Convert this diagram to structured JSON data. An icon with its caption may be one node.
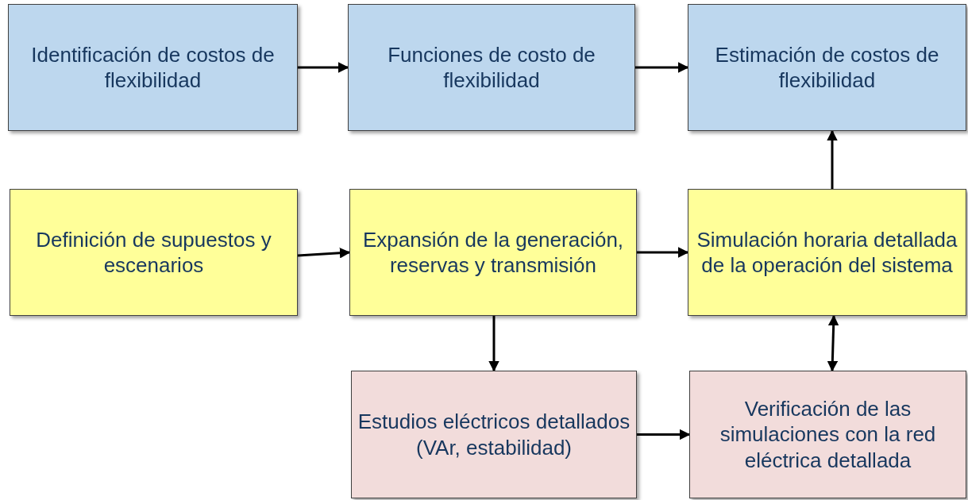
{
  "diagram": {
    "nodes": [
      {
        "text": [
          "Identificación de costos de flexibilidad"
        ]
      },
      {
        "text": [
          "Funciones de costo de flexibilidad"
        ]
      },
      {
        "text": [
          "Estimación de costos de flexibilidad"
        ]
      },
      {
        "text": [
          "Definición de supuestos y escenarios"
        ]
      },
      {
        "text": [
          "Expansión de la generación, reservas y transmisión"
        ]
      },
      {
        "text": [
          "Simulación horaria detallada de la operación del sistema"
        ]
      },
      {
        "text": [
          "Estudios eléctricos detallados (VAr, estabilidad)"
        ]
      },
      {
        "text": [
          "Verificación de las simulaciones con la red eléctrica detallada"
        ]
      }
    ],
    "edges": [
      {
        "from": 0,
        "to": 1,
        "arrow": "to"
      },
      {
        "from": 1,
        "to": 2,
        "arrow": "to"
      },
      {
        "from": 3,
        "to": 4,
        "arrow": "to"
      },
      {
        "from": 4,
        "to": 5,
        "arrow": "to"
      },
      {
        "from": 5,
        "to": 2,
        "arrow": "to"
      },
      {
        "from": 4,
        "to": 6,
        "arrow": "to"
      },
      {
        "from": 6,
        "to": 7,
        "arrow": "to"
      },
      {
        "from": 7,
        "to": 5,
        "arrow": "both"
      }
    ]
  }
}
